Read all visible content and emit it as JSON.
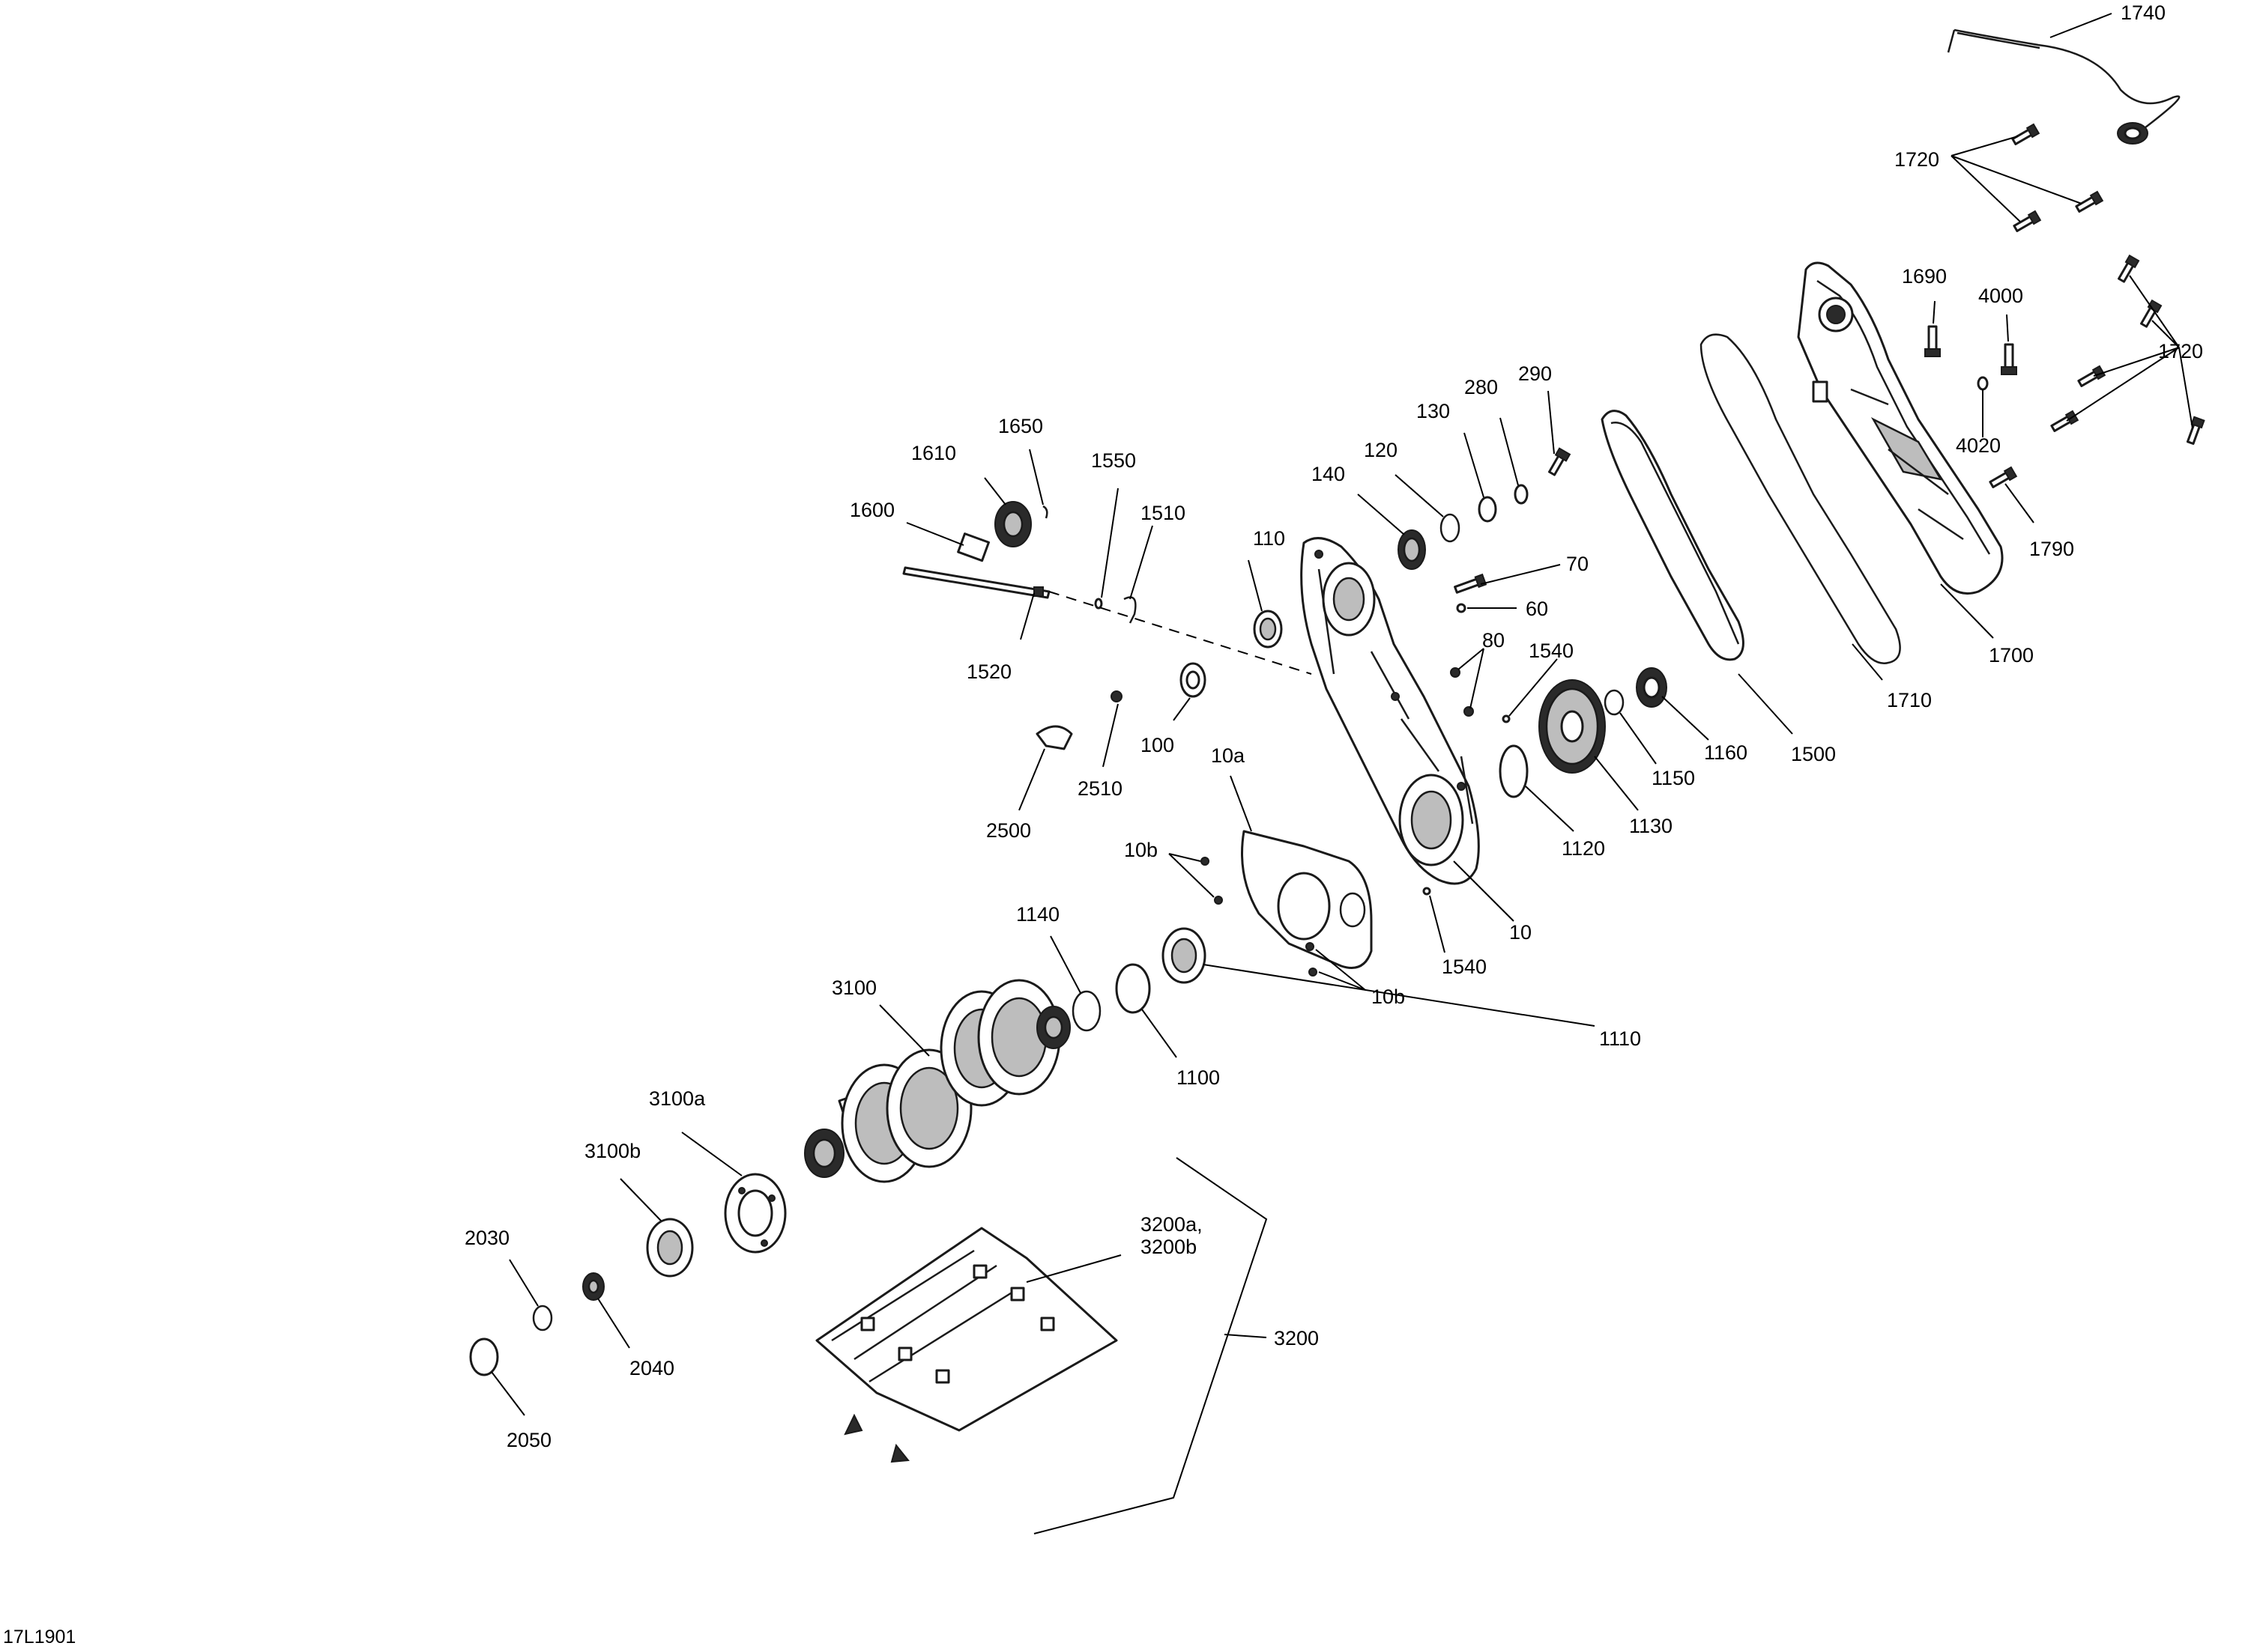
{
  "diagram": {
    "reference": "17L1901",
    "callouts": [
      {
        "id": "c1740",
        "label": "1740"
      },
      {
        "id": "c1720a",
        "label": "1720"
      },
      {
        "id": "c1690",
        "label": "1690"
      },
      {
        "id": "c4000",
        "label": "4000"
      },
      {
        "id": "c1720b",
        "label": "1720"
      },
      {
        "id": "c4020",
        "label": "4020"
      },
      {
        "id": "c1790",
        "label": "1790"
      },
      {
        "id": "c290",
        "label": "290"
      },
      {
        "id": "c280",
        "label": "280"
      },
      {
        "id": "c130",
        "label": "130"
      },
      {
        "id": "c120",
        "label": "120"
      },
      {
        "id": "c140",
        "label": "140"
      },
      {
        "id": "c1650",
        "label": "1650"
      },
      {
        "id": "c1610",
        "label": "1610"
      },
      {
        "id": "c1550",
        "label": "1550"
      },
      {
        "id": "c1600",
        "label": "1600"
      },
      {
        "id": "c1510",
        "label": "1510"
      },
      {
        "id": "c110",
        "label": "110"
      },
      {
        "id": "c70",
        "label": "70"
      },
      {
        "id": "c60",
        "label": "60"
      },
      {
        "id": "c1520",
        "label": "1520"
      },
      {
        "id": "c80",
        "label": "80"
      },
      {
        "id": "c1540a",
        "label": "1540"
      },
      {
        "id": "c1700",
        "label": "1700"
      },
      {
        "id": "c1710",
        "label": "1710"
      },
      {
        "id": "c1500",
        "label": "1500"
      },
      {
        "id": "c1160",
        "label": "1160"
      },
      {
        "id": "c1150",
        "label": "1150"
      },
      {
        "id": "c1130",
        "label": "1130"
      },
      {
        "id": "c1120",
        "label": "1120"
      },
      {
        "id": "c100",
        "label": "100"
      },
      {
        "id": "c2510",
        "label": "2510"
      },
      {
        "id": "c2500",
        "label": "2500"
      },
      {
        "id": "c10a",
        "label": "10a"
      },
      {
        "id": "c10b1",
        "label": "10b"
      },
      {
        "id": "c10",
        "label": "10"
      },
      {
        "id": "c1540b",
        "label": "1540"
      },
      {
        "id": "c10b2",
        "label": "10b"
      },
      {
        "id": "c1140",
        "label": "1140"
      },
      {
        "id": "c1110",
        "label": "1110"
      },
      {
        "id": "c1100",
        "label": "1100"
      },
      {
        "id": "c3100",
        "label": "3100"
      },
      {
        "id": "c3100a",
        "label": "3100a"
      },
      {
        "id": "c3100b",
        "label": "3100b"
      },
      {
        "id": "c3200ab1",
        "label": "3200a,"
      },
      {
        "id": "c3200ab2",
        "label": "3200b"
      },
      {
        "id": "c3200",
        "label": "3200"
      },
      {
        "id": "c2030",
        "label": "2030"
      },
      {
        "id": "c2040",
        "label": "2040"
      },
      {
        "id": "c2050",
        "label": "2050"
      }
    ]
  }
}
